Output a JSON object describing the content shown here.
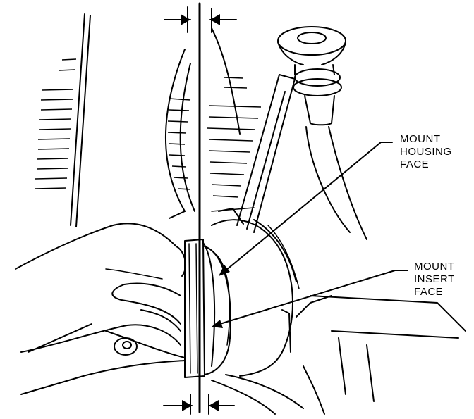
{
  "callouts": {
    "mount_housing_face": [
      "MOUNT",
      "HOUSING",
      "FACE"
    ],
    "mount_insert_face": [
      "MOUNT",
      "INSERT",
      "FACE"
    ]
  }
}
